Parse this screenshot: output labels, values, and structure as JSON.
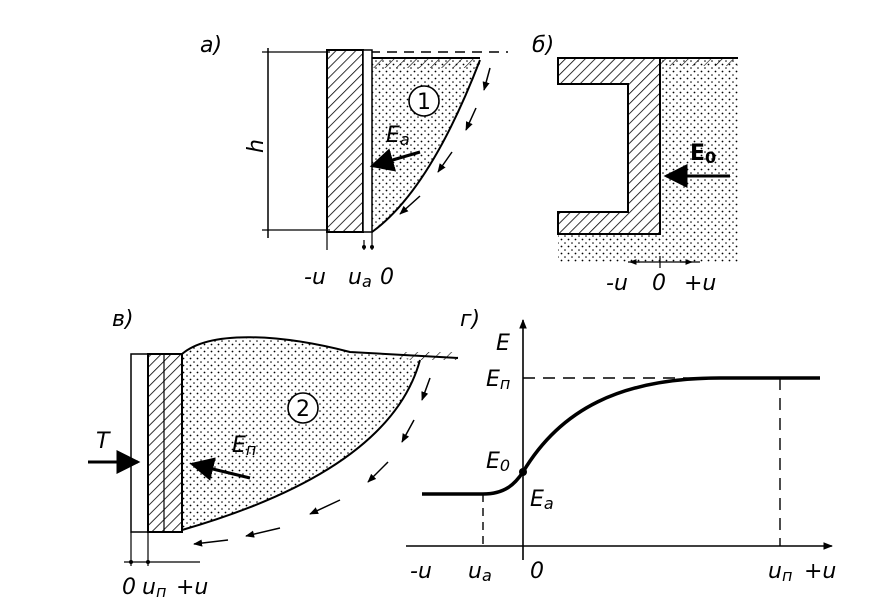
{
  "panels": {
    "a": {
      "label": "а)",
      "height_label": "h",
      "zone": "1",
      "force": "E",
      "force_sub": "a",
      "axis": {
        "neg": "-u",
        "ua": "u",
        "ua_sub": "a",
        "zero": "0"
      }
    },
    "b": {
      "label": "б)",
      "force": "E",
      "force_sub": "0",
      "axis": {
        "neg": "-u",
        "zero": "0",
        "pos": "+u"
      }
    },
    "c": {
      "label": "в)",
      "thrust": "T",
      "zone": "2",
      "force": "E",
      "force_sub": "п",
      "axis": {
        "zero": "0",
        "up": "u",
        "up_sub": "п",
        "pos": "+u"
      }
    },
    "d": {
      "label": "г)",
      "y_axis": "E",
      "ep": "E",
      "ep_sub": "п",
      "e0": "E",
      "e0_sub": "0",
      "ea": "E",
      "ea_sub": "a",
      "x_neg": "-u",
      "ua": "u",
      "ua_sub": "a",
      "zero": "0",
      "up": "u",
      "up_sub": "п",
      "x_pos": "+u"
    }
  },
  "colors": {
    "ink": "#000000",
    "paper": "#ffffff"
  }
}
